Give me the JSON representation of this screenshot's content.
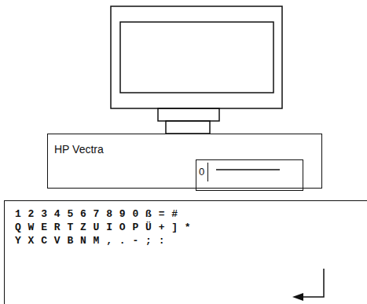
{
  "diagram": {
    "nodes": [
      {
        "text": [
          "HP Vectra"
        ]
      },
      {
        "text": [
          "0"
        ],
        "in": 0
      },
      {
        "text": [
          "1 2 3 4 5 6 7 8 9 0 ß = #",
          "Q W E R T Z U I O P Ü + ] *",
          "Y X C V B N M , . - ; :"
        ]
      }
    ]
  }
}
